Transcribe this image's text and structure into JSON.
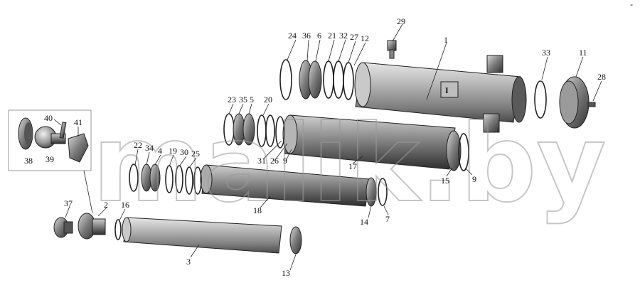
{
  "watermark": "malik.by",
  "corner_mark": "-",
  "labels": {
    "l1": "1",
    "l2": "2",
    "l3": "3",
    "l4": "4",
    "l5": "5",
    "l6": "6",
    "l7": "7",
    "l9a": "9",
    "l9b": "9",
    "l11": "11",
    "l12": "12",
    "l13": "13",
    "l14": "14",
    "l15": "15",
    "l16": "16",
    "l17": "17",
    "l18": "18",
    "l19": "19",
    "l20": "20",
    "l21": "21",
    "l22": "22",
    "l23": "23",
    "l24": "24",
    "l25": "25",
    "l26": "26",
    "l27": "27",
    "l28": "28",
    "l29": "29",
    "l30": "30",
    "l31": "31",
    "l32": "32",
    "l33": "33",
    "l34": "34",
    "l35": "35",
    "l36": "36",
    "l37": "37",
    "l38": "38",
    "l39": "39",
    "l40": "40",
    "l41": "41"
  }
}
